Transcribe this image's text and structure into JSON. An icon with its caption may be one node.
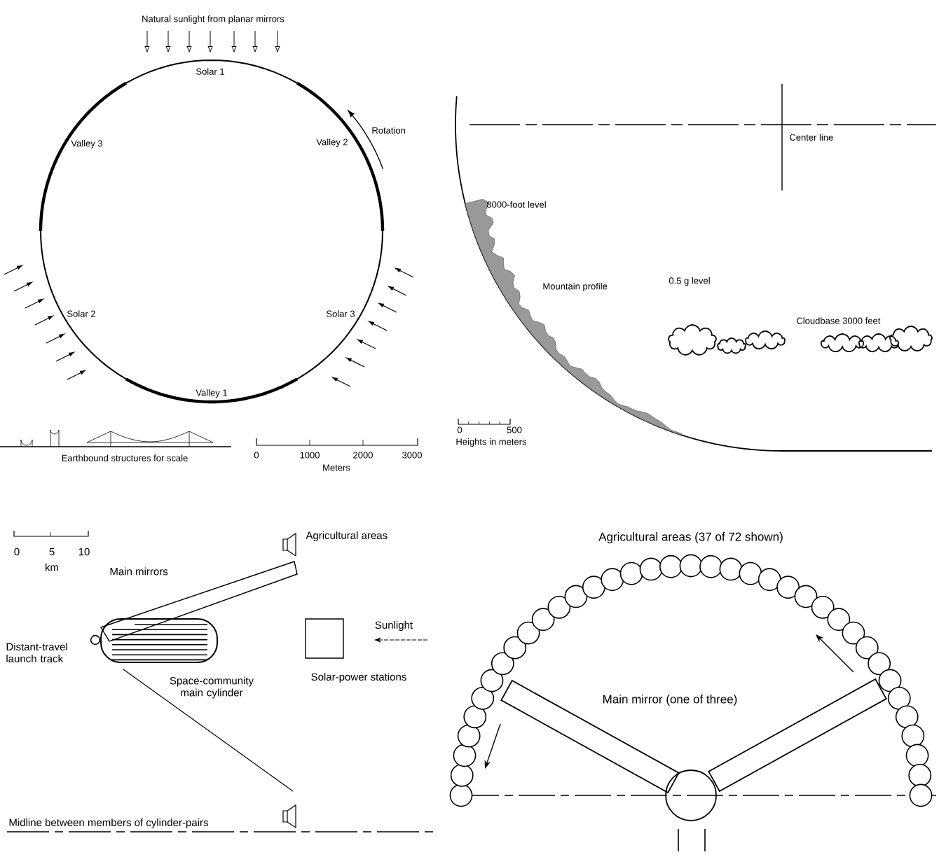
{
  "diagram": {
    "labels": [
      "Natural sunlight from planar mirrors",
      "Solar 1",
      "Rotation",
      "Valley 3",
      "Valley 2",
      "Center line",
      "8000-foot level",
      "Mountain profile",
      "0.5 g level",
      "Cloudbase 3000 feet",
      "Solar 2",
      "Solar 3",
      "Valley 1",
      "0",
      "500",
      "Heights in meters",
      "Earthbound structures for scale",
      "0",
      "1000",
      "2000",
      "3000",
      "Meters",
      "0",
      "5",
      "10",
      "km",
      "Agricultural areas",
      "Main mirrors",
      "Distant-travel launch track",
      "Sunlight",
      "Space-community main cylinder",
      "Solar-power stations",
      "Agricultural areas (37 of 72 shown)",
      "Main mirror (one of three)",
      "Midline between members of cylinder-pairs"
    ]
  }
}
